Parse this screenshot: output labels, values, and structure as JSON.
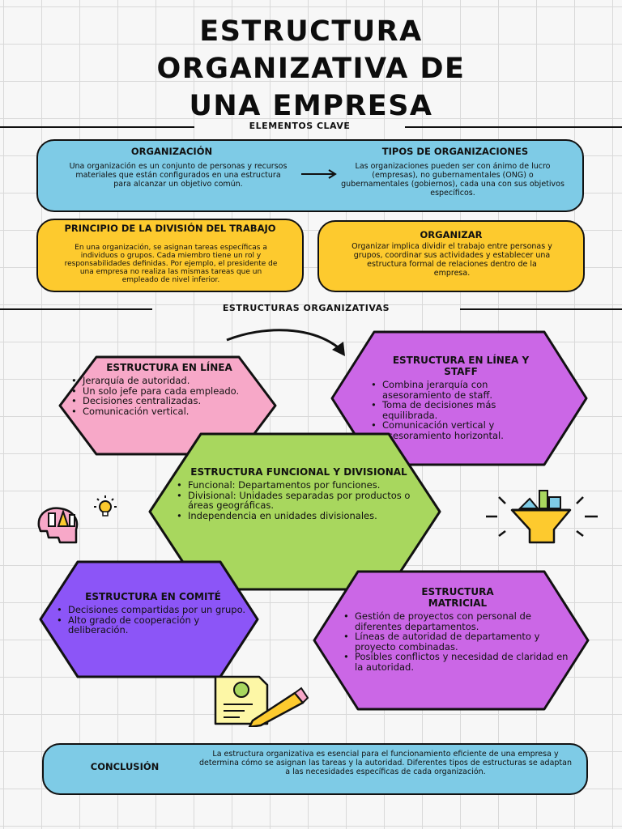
{
  "title": {
    "line1": "ESTRUCTURA",
    "line2": "ORGANIZATIVA DE",
    "line3": "UNA EMPRESA"
  },
  "sections": {
    "elementos": "ELEMENTOS CLAVE",
    "estructuras": "ESTRUCTURAS ORGANIZATIVAS"
  },
  "organizacion": {
    "heading": "ORGANIZACIÓN",
    "text": "Una organización es un conjunto de personas y recursos materiales que están configurados en una estructura para alcanzar un objetivo común."
  },
  "tipos": {
    "heading": "TIPOS DE ORGANIZACIONES",
    "text": "Las organizaciones pueden ser con ánimo de lucro (empresas), no gubernamentales (ONG) o gubernamentales (gobiernos), cada una con sus objetivos específicos."
  },
  "principio": {
    "heading": "PRINCIPIO DE LA DIVISIÓN DEL TRABAJO",
    "text": "En una organización, se asignan tareas específicas a individuos o grupos. Cada miembro tiene un rol y responsabilidades definidas. Por ejemplo, el presidente de una empresa no realiza las mismas tareas que un empleado de nivel inferior."
  },
  "organizar": {
    "heading": "ORGANIZAR",
    "text": "Organizar implica dividir el trabajo entre personas y grupos, coordinar sus actividades y establecer una estructura formal de relaciones dentro de la empresa."
  },
  "linea": {
    "heading": "ESTRUCTURA EN LÍNEA",
    "items": [
      "Jerarquía de autoridad.",
      "Un solo jefe para cada empleado.",
      "Decisiones centralizadas.",
      "Comunicación vertical."
    ]
  },
  "staff": {
    "heading": "ESTRUCTURA EN LÍNEA Y STAFF",
    "items": [
      "Combina jerarquía con asesoramiento de staff.",
      "Toma de decisiones más equilibrada.",
      "Comunicación vertical y asesoramiento horizontal."
    ]
  },
  "funcional": {
    "heading": "ESTRUCTURA FUNCIONAL Y DIVISIONAL",
    "items": [
      "Funcional: Departamentos por funciones.",
      "Divisional: Unidades separadas por productos o áreas geográficas.",
      "Independencia en unidades divisionales."
    ]
  },
  "comite": {
    "heading": "ESTRUCTURA EN COMITÉ",
    "items": [
      "Decisiones compartidas por un grupo.",
      "Alto grado de cooperación y deliberación."
    ]
  },
  "matricial": {
    "heading": "ESTRUCTURA MATRICIAL",
    "items": [
      "Gestión de proyectos con personal de diferentes departamentos.",
      "Líneas de autoridad de departamento y proyecto combinadas.",
      "Posibles conflictos y necesidad de claridad en la autoridad."
    ]
  },
  "conclusion": {
    "heading": "CONCLUSIÓN",
    "text": "La estructura organizativa es esencial para el funcionamiento eficiente de una empresa y determina cómo se asignan las tareas y la autoridad. Diferentes tipos de estructuras se adaptan a las necesidades específicas de cada organización."
  },
  "colors": {
    "blue": "#7ecbe6",
    "yellow": "#fdca2e",
    "pink": "#f7a8c8",
    "purple": "#cb67e6",
    "green": "#a8d75e",
    "violet": "#8c55f7"
  },
  "icons": {
    "arrow_right": "arrow-right-icon",
    "curved_arrow": "curved-arrow-icon",
    "head_idea": "head-idea-icon",
    "bulb": "lightbulb-icon",
    "funnel": "funnel-icon",
    "document_pencil": "document-pencil-icon"
  }
}
